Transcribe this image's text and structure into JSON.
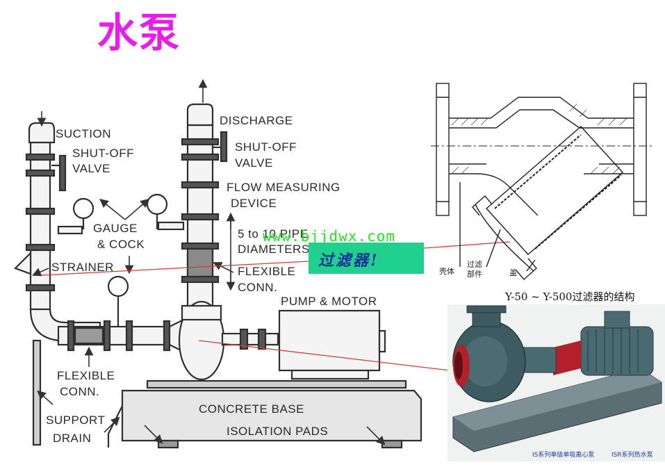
{
  "title": "水泵",
  "watermark": "www.bjjdwx.com",
  "callout": "过滤器!",
  "left_labels": {
    "suction": "SUCTION",
    "shutoff_left_1": "SHUT-OFF",
    "shutoff_left_2": "VALVE",
    "discharge": "DISCHARGE",
    "shutoff_right_1": "SHUT-OFF",
    "shutoff_right_2": "VALVE",
    "flow_1": "FLOW MEASURING",
    "flow_2": "DEVICE",
    "gauge_1": "GAUGE",
    "gauge_2": "& COCK",
    "diameters_1": "5 to 10 PIPE",
    "diameters_2": "DIAMETERS",
    "strainer": "STRAINER",
    "flex_right_1": "FLEXIBLE",
    "flex_right_2": "CONN.",
    "pump_motor": "PUMP & MOTOR",
    "flex_left_1": "FLEXIBLE",
    "flex_left_2": "CONN.",
    "concrete": "CONCRETE BASE",
    "isolation": "ISOLATION  PADS",
    "support": "SUPPORT",
    "drain": "DRAIN"
  },
  "strainer_drawing": {
    "caption": "Y-50 ~ Y-500过滤器的结构",
    "part_shell": "壳体",
    "part_filter_1": "过滤",
    "part_filter_2": "部件",
    "part_cover": "盖"
  },
  "photo": {
    "caption_left": "IS系列单级单吸离心泵",
    "caption_right": "ISR系列热水泵"
  },
  "colors": {
    "title": "#e81ee8",
    "watermark": "#22e522",
    "callout_bg": "#1fd08f",
    "callout_text": "#1a2f9a",
    "pointer_line": "#d23a3a",
    "pump_body": "#4a6a72"
  }
}
